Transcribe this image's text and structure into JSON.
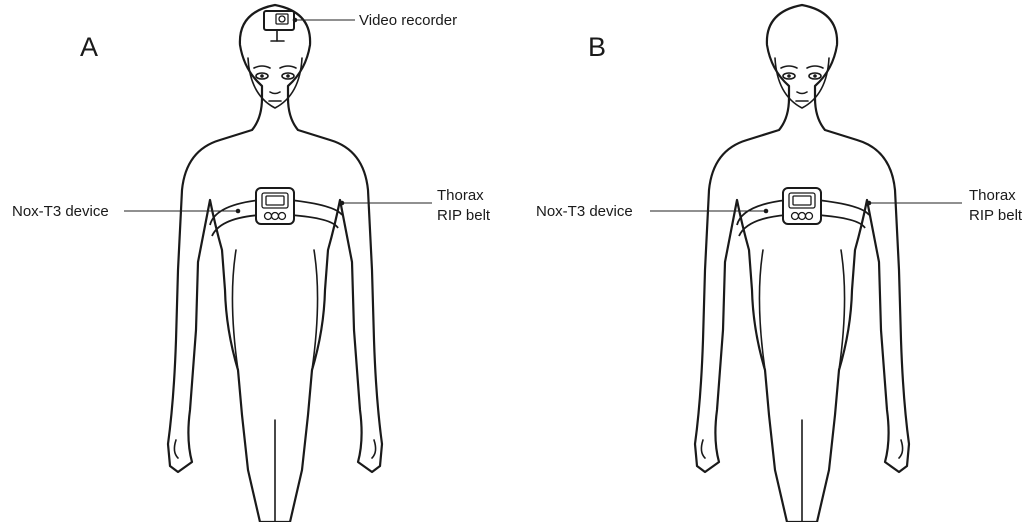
{
  "panels": [
    {
      "id": "A",
      "letter": "A",
      "labels": {
        "video_recorder": "Video recorder",
        "device": "Nox-T3 device",
        "belt_line1": "Thorax",
        "belt_line2": "RIP belt"
      }
    },
    {
      "id": "B",
      "letter": "B",
      "labels": {
        "device": "Nox-T3 device",
        "belt_line1": "Thorax",
        "belt_line2": "RIP belt"
      }
    }
  ]
}
